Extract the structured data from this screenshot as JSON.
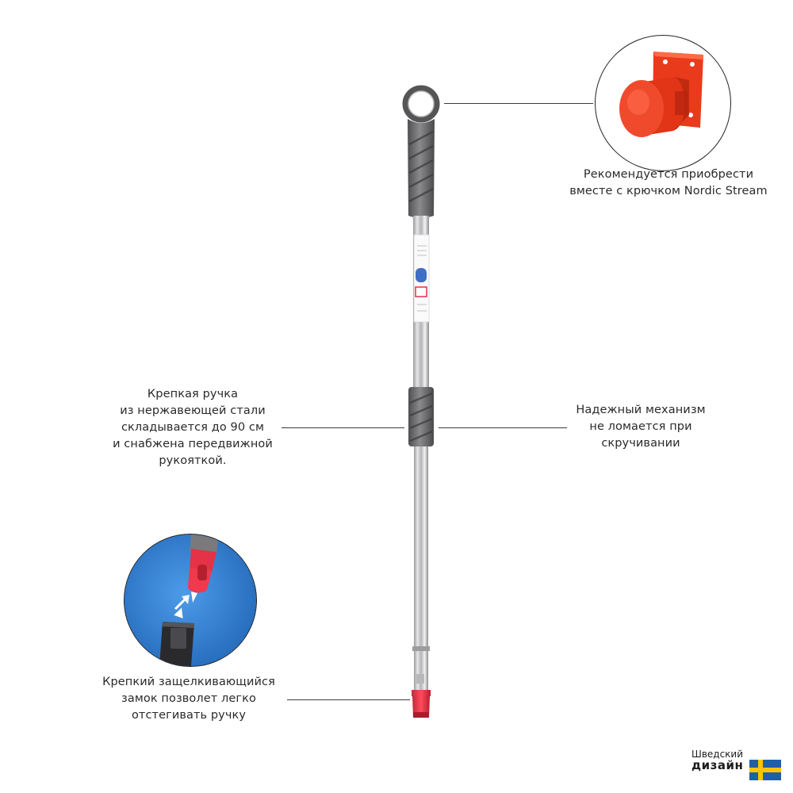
{
  "captions": {
    "hook": [
      "Рекомендуется приобрести",
      "вместе с крючком Nordic Stream"
    ],
    "handle": [
      "Крепкая ручка",
      "из нержавеющей стали",
      "складывается до 90 см",
      "и снабжена передвижной",
      "рукояткой."
    ],
    "mechanism": [
      "Надежный механизм",
      "не ломается при",
      "скручивании"
    ],
    "lock": [
      "Крепкий защелкивающийся",
      "замок позволет легко",
      "отстегивать ручку"
    ]
  },
  "badge": {
    "line1": "Шведский",
    "line2": "дизайн"
  },
  "colors": {
    "accent_red": "#f04a2c",
    "pole_grey": "#6e6e6e",
    "steel": "#c8c8ca",
    "lock_blue": "#2f7fd0",
    "flag_blue": "#1f5fa6",
    "flag_yellow": "#f7c600"
  },
  "icons": {
    "hook": "wall-hook-icon",
    "lock": "snap-lock-icon",
    "flag": "swedish-flag-icon"
  }
}
